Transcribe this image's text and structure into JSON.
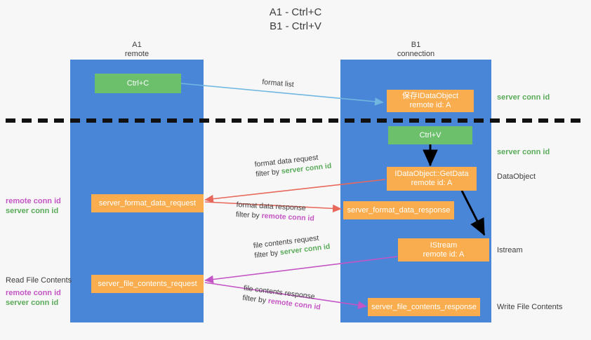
{
  "title": {
    "line1": "A1 - Ctrl+C",
    "line2": "B1 - Ctrl+V"
  },
  "colors": {
    "background": "#f7f7f7",
    "lane": "#4a86d8",
    "node_green": "#6cc06c",
    "node_orange": "#f9ad4e",
    "server_conn_id": "#5aab5a",
    "remote_conn_id": "#c455c4",
    "arrow_blue": "#6fb7e0",
    "arrow_red": "#e8695c",
    "arrow_magenta": "#c455c4",
    "arrow_black": "#000000",
    "divider": "#111111",
    "text": "#3c3c3c"
  },
  "lanes": [
    {
      "id": "a1",
      "title": "A1",
      "subtitle": "remote"
    },
    {
      "id": "b1",
      "title": "B1",
      "subtitle": "connection"
    }
  ],
  "nodes": {
    "ctrl_c": {
      "label": "Ctrl+C"
    },
    "ctrl_v": {
      "label": "Ctrl+V"
    },
    "save_data_object": {
      "line1": "保存IDataObject",
      "line2": "remote id: A"
    },
    "get_data": {
      "line1": "IDataObject::GetData",
      "line2": "remote id: A"
    },
    "istream": {
      "line1": "IStream",
      "line2": "remote id: A"
    },
    "server_format_data_request": {
      "label": "server_format_data_request"
    },
    "server_format_data_response": {
      "label": "server_format_data_response"
    },
    "server_file_contents_request": {
      "label": "server_file_contents_request"
    },
    "server_file_contents_response": {
      "label": "server_file_contents_response"
    }
  },
  "edges": {
    "format_list": {
      "label": "format list"
    },
    "format_data_request": {
      "line1": "format data request",
      "filter_prefix": "filter by ",
      "filter_value": "server conn id"
    },
    "format_data_response": {
      "line1": "format data response",
      "filter_prefix": "filter by ",
      "filter_value": "remote conn id"
    },
    "file_contents_request": {
      "line1": "file contents request",
      "filter_prefix": "filter by ",
      "filter_value": "server conn id"
    },
    "file_contents_response": {
      "line1": "file contents response",
      "filter_prefix": "filter by ",
      "filter_value": "remote conn id"
    }
  },
  "side_labels": {
    "right_server_conn_top": "server conn id",
    "right_server_conn_mid": "server conn id",
    "right_data_object": "DataObject",
    "right_istream": "Istream",
    "right_write_file_contents": "Write File Contents",
    "left_remote_conn_mid": "remote conn id",
    "left_server_conn_mid": "server conn id",
    "left_read_file_contents": "Read File Contents",
    "left_remote_conn_bottom": "remote conn id",
    "left_server_conn_bottom": "server conn id"
  }
}
